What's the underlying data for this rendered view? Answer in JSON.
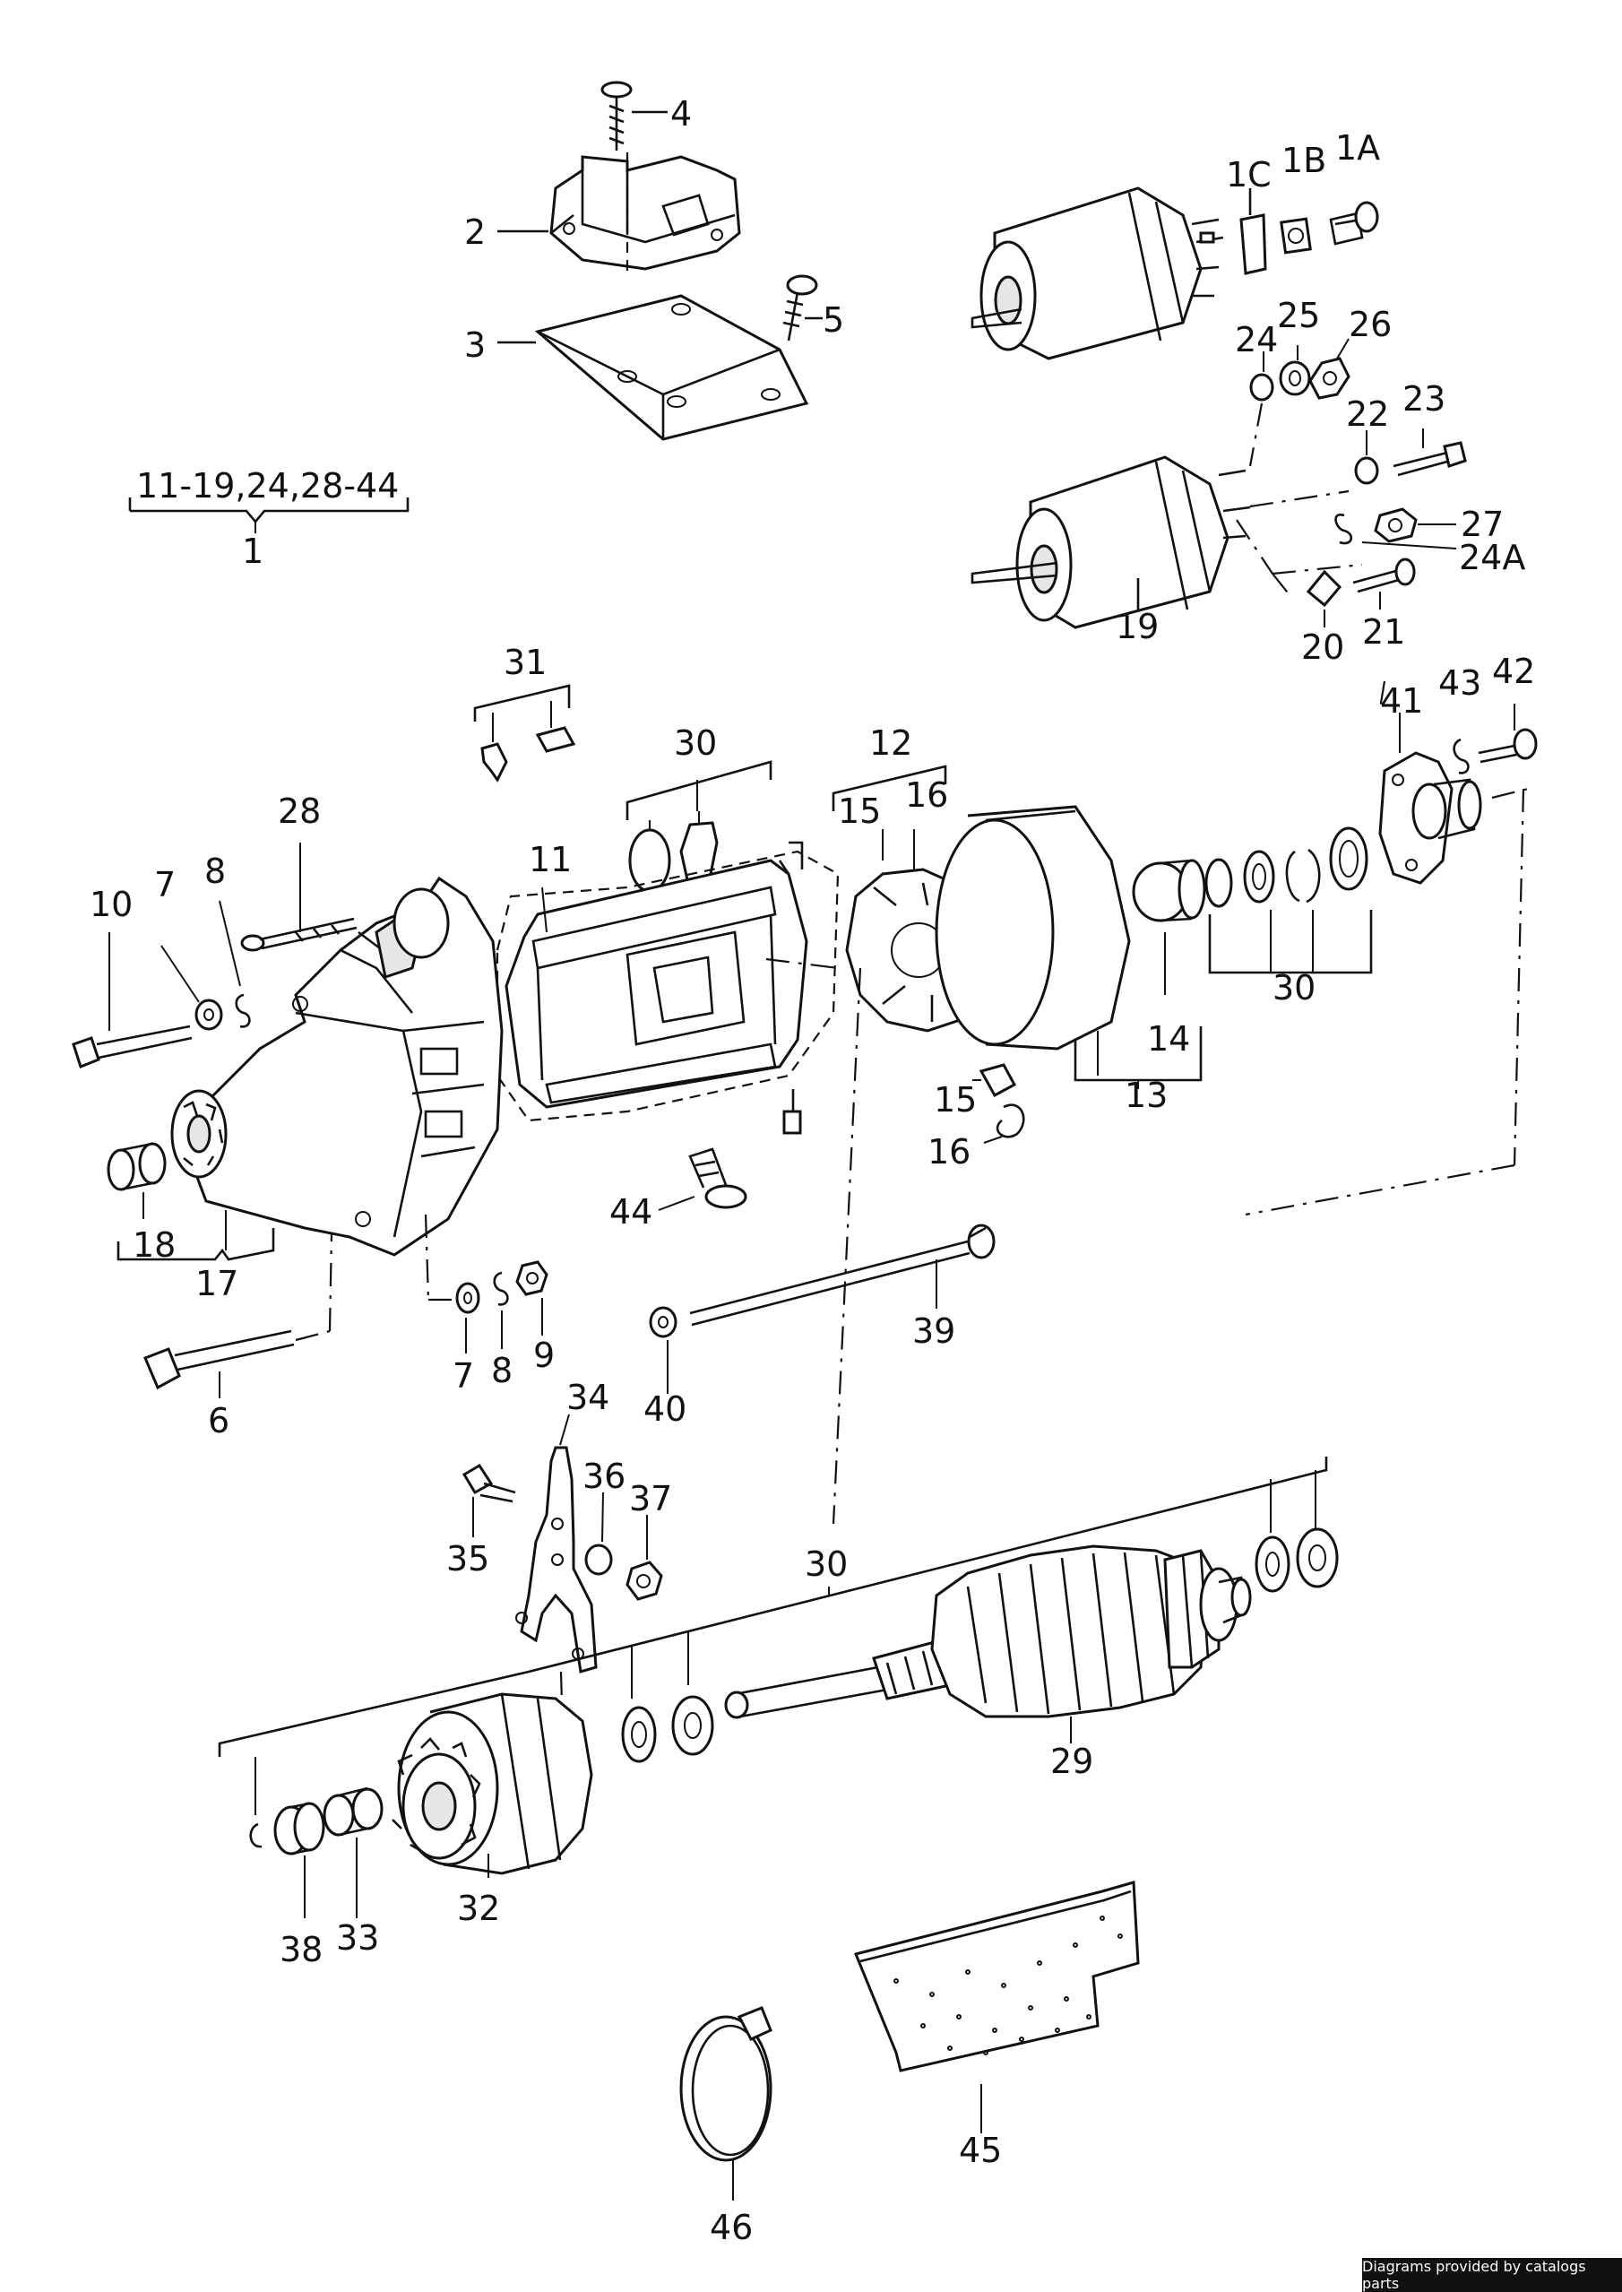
{
  "labels": {
    "l4": "4",
    "l2": "2",
    "l3": "3",
    "l5": "5",
    "l1C": "1C",
    "l1B": "1B",
    "l1A": "1A",
    "l24a": "24",
    "l25": "25",
    "l26": "26",
    "l22": "22",
    "l23": "23",
    "l27": "27",
    "l24A": "24A",
    "l19": "19",
    "l20": "20",
    "l21": "21",
    "lgroup": "11-19,24,28-44",
    "l1": "1",
    "l31": "31",
    "l30a": "30",
    "l12": "12",
    "l15a": "15",
    "l16a": "16",
    "l41": "41",
    "l43": "43",
    "l42": "42",
    "l28": "28",
    "l11": "11",
    "l10": "10",
    "l7a": "7",
    "l8a": "8",
    "l30b": "30",
    "l14": "14",
    "l13": "13",
    "l15b": "15",
    "l16b": "16",
    "l18": "18",
    "l17": "17",
    "l44": "44",
    "l39": "39",
    "l40": "40",
    "l6": "6",
    "l7b": "7",
    "l8b": "8",
    "l9": "9",
    "l34": "34",
    "l36": "36",
    "l37": "37",
    "l35": "35",
    "l30c": "30",
    "l29": "29",
    "l38": "38",
    "l33": "33",
    "l32": "32",
    "l45": "45",
    "l46": "46"
  },
  "credit": "Diagrams provided by catalogs parts"
}
